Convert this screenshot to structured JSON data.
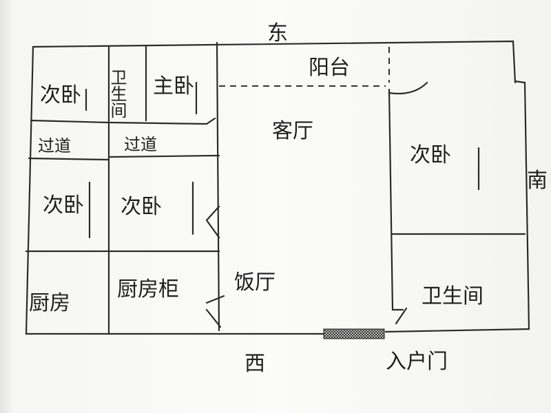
{
  "compass": {
    "east": "东",
    "south": "南",
    "west": "西"
  },
  "rooms": {
    "balcony": "阳台",
    "bathroom_small": "卫生间",
    "master_bedroom": "主卧",
    "bedroom_top_left": "次卧",
    "corridor_left": "过道",
    "corridor_right": "过道",
    "living_room": "客厅",
    "bedroom_right": "次卧",
    "bedroom_mid_left": "次卧",
    "bedroom_mid": "次卧",
    "kitchen": "厨房",
    "kitchen_cabinet": "厨房柜",
    "dining_room": "饭厅",
    "bathroom_right": "卫生间",
    "entrance": "入户门"
  }
}
